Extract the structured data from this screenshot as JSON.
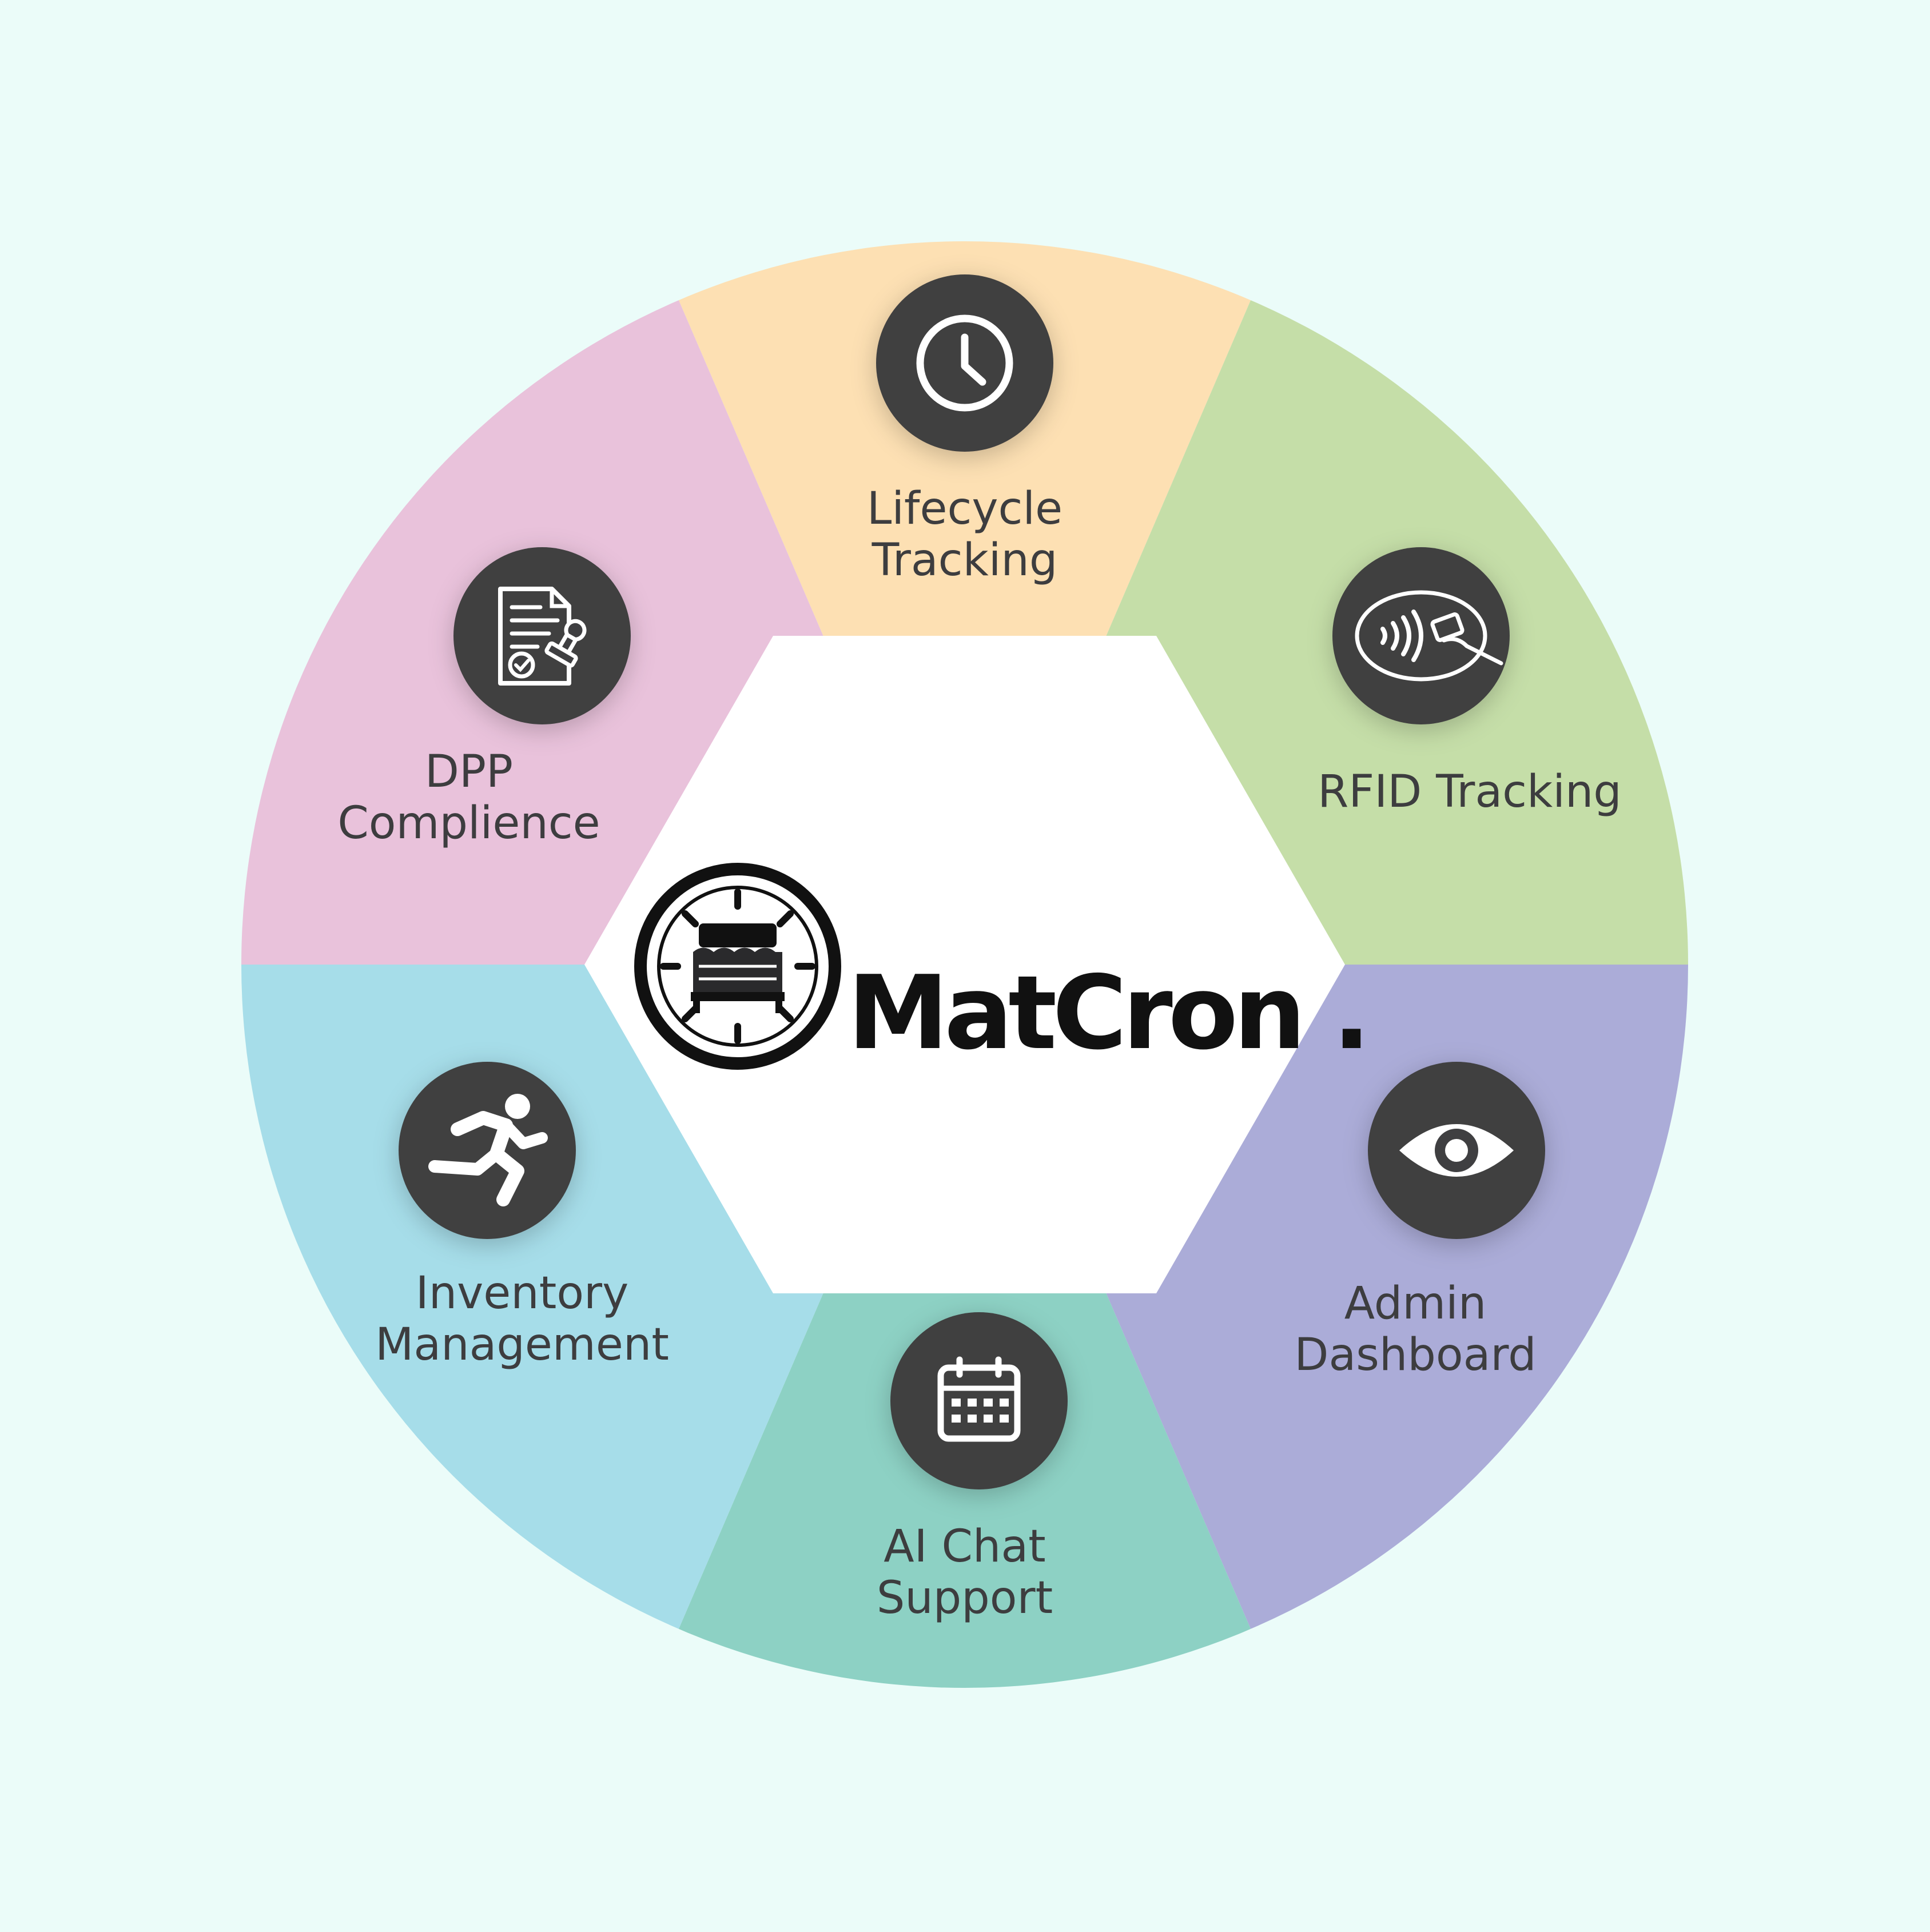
{
  "brand": {
    "name": "MatCron",
    "suffix": ".",
    "logo_icon": "mattress-clock-icon"
  },
  "segments": [
    {
      "id": "lifecycle",
      "lines": [
        "Lifecycle",
        "Tracking"
      ],
      "icon": "clock-icon",
      "color": "#fde0b3"
    },
    {
      "id": "rfid",
      "lines": [
        "RFID Tracking"
      ],
      "icon": "rfid-card-tap-icon",
      "color": "#c5dea8"
    },
    {
      "id": "admin",
      "lines": [
        "Admin",
        "Dashboard"
      ],
      "icon": "eye-icon",
      "color": "#abacd8"
    },
    {
      "id": "ai-chat",
      "lines": [
        "AI Chat",
        "Support"
      ],
      "icon": "calendar-icon",
      "color": "#8dd1c4"
    },
    {
      "id": "inventory",
      "lines": [
        "Inventory",
        "Management"
      ],
      "icon": "running-person-icon",
      "color": "#a6dde9"
    },
    {
      "id": "dpp",
      "lines": [
        "DPP",
        "Complience"
      ],
      "icon": "stamped-document-icon",
      "color": "#e9c2db"
    }
  ],
  "colors": {
    "background": "#ebfcf9",
    "icon_circle": "#3f3f41",
    "center": "#ffffff",
    "text": "#3d3d3f"
  }
}
